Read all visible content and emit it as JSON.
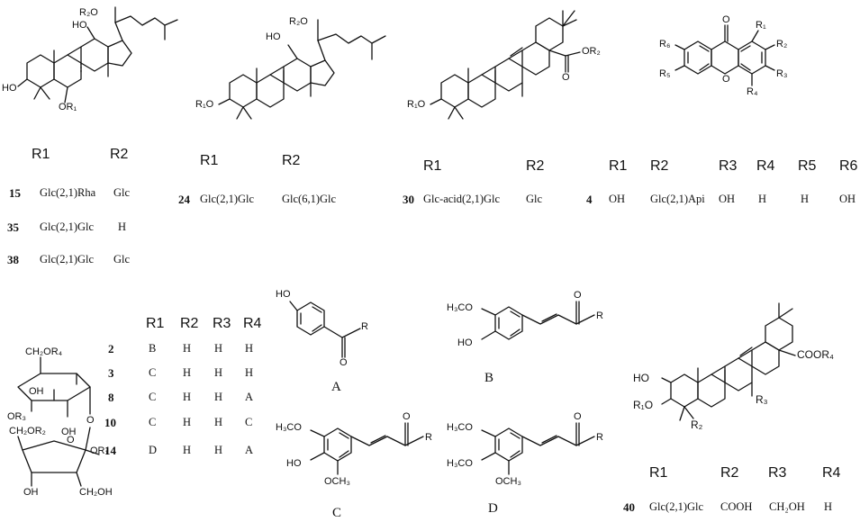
{
  "structures": {
    "s1": {
      "atoms": {
        "r2o": "R₂O",
        "ho_c12": "HO",
        "ho_c3": "HO",
        "or1": "OR₁"
      }
    },
    "s2": {
      "atoms": {
        "r2o": "R₂O",
        "ho_c12": "HO",
        "r1o": "R₁O"
      }
    },
    "s3": {
      "atoms": {
        "or2": "OR₂",
        "o_carbonyl": "O",
        "r1o": "R₁O"
      }
    },
    "s4": {
      "atoms": {
        "o_carbonyl": "O",
        "o_ring": "O",
        "r1": "R₁",
        "r2": "R₂",
        "r3": "R₃",
        "r4": "R₄",
        "r5": "R₅",
        "r6": "R₆"
      }
    },
    "s5": {
      "atoms": {
        "ch2or4": "CH₂OR₄",
        "oh_a": "OH",
        "or3": "OR₃",
        "oh_b": "OH",
        "o_link": "O",
        "ch2or2": "CH₂OR₂",
        "or1": "OR₁",
        "o_ring": "O",
        "oh_c": "OH",
        "ch2oh": "CH₂OH"
      }
    },
    "A": {
      "caption": "A",
      "atoms": {
        "ho": "HO",
        "r": "R",
        "o": "O"
      }
    },
    "B": {
      "caption": "B",
      "atoms": {
        "h3co": "H₃CO",
        "ho": "HO",
        "o": "O",
        "r": "R"
      }
    },
    "C": {
      "caption": "C",
      "atoms": {
        "h3co_top": "H₃CO",
        "ho": "HO",
        "och3": "OCH₃",
        "o": "O",
        "r": "R"
      }
    },
    "D": {
      "caption": "D",
      "atoms": {
        "h3co_top": "H₃CO",
        "h3co_mid": "H₃CO",
        "och3": "OCH₃",
        "o": "O",
        "r": "R"
      }
    },
    "s6": {
      "atoms": {
        "ho": "HO",
        "r1o": "R₁O",
        "r2": "R₂",
        "r3": "R₃",
        "coor4": "COOR₄"
      }
    }
  },
  "tables": {
    "t1": {
      "headers": [
        "R1",
        "R2"
      ],
      "rows": [
        [
          "15",
          "Glc(2,1)Rha",
          "Glc"
        ],
        [
          "35",
          "Glc(2,1)Glc",
          "H"
        ],
        [
          "38",
          "Glc(2,1)Glc",
          "Glc"
        ]
      ]
    },
    "t2": {
      "headers": [
        "R1",
        "R2"
      ],
      "rows": [
        [
          "24",
          "Glc(2,1)Glc",
          "Glc(6,1)Glc"
        ]
      ]
    },
    "t3": {
      "headers": [
        "R1",
        "R2"
      ],
      "rows": [
        [
          "30",
          "Glc-acid(2,1)Glc",
          "Glc"
        ]
      ]
    },
    "t4": {
      "headers": [
        "R1",
        "R2",
        "R3",
        "R4",
        "R5",
        "R6"
      ],
      "rows": [
        [
          "4",
          "OH",
          "Glc(2,1)Api",
          "OH",
          "H",
          "H",
          "OH"
        ]
      ]
    },
    "t5": {
      "headers": [
        "R1",
        "R2",
        "R3",
        "R4"
      ],
      "rows": [
        [
          "2",
          "B",
          "H",
          "H",
          "H"
        ],
        [
          "3",
          "C",
          "H",
          "H",
          "H"
        ],
        [
          "8",
          "C",
          "H",
          "H",
          "A"
        ],
        [
          "10",
          "C",
          "H",
          "H",
          "C"
        ],
        [
          "14",
          "D",
          "H",
          "H",
          "A"
        ]
      ]
    },
    "t6": {
      "headers": [
        "R1",
        "R2",
        "R3",
        "R4"
      ],
      "rows": [
        [
          "40",
          "Glc(2,1)Glc",
          "COOH",
          "CH₂OH",
          "H"
        ]
      ]
    }
  }
}
